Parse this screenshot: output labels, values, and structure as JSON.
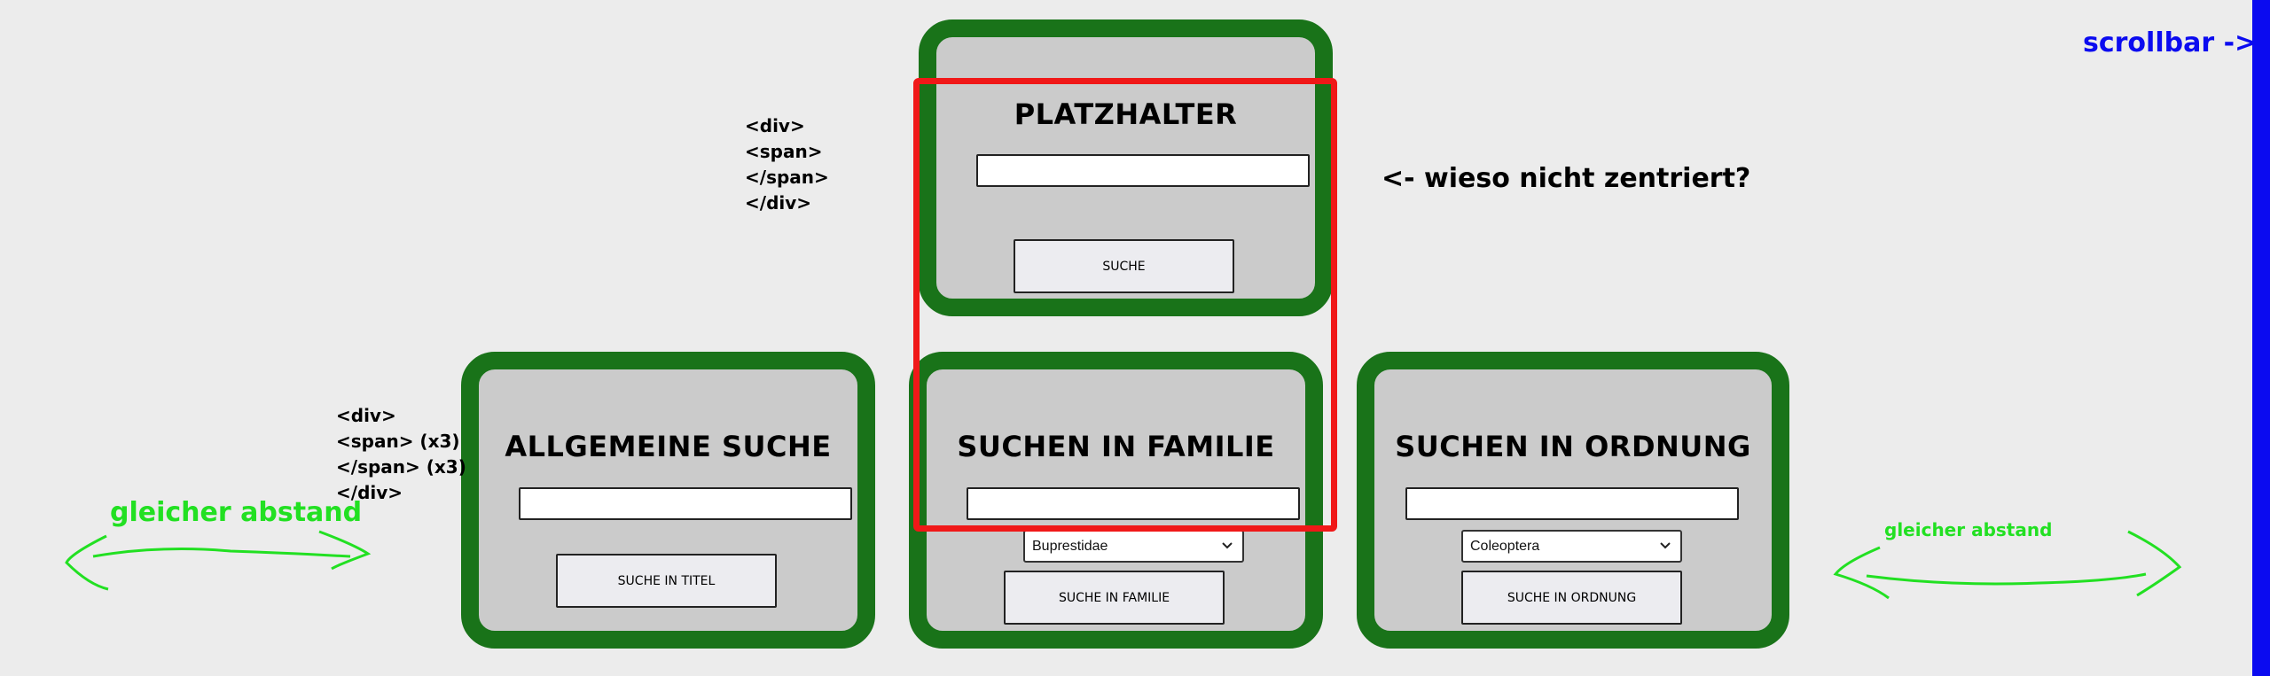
{
  "top_card": {
    "title": "PLATZHALTER",
    "button": "SUCHE"
  },
  "cards": [
    {
      "title": "ALLGEMEINE SUCHE",
      "button": "SUCHE IN TITEL"
    },
    {
      "title": "SUCHEN IN FAMILIE",
      "select": "Buprestidae",
      "button": "SUCHE IN FAMILIE"
    },
    {
      "title": "SUCHEN IN ORDNUNG",
      "select": "Coleoptera",
      "button": "SUCHE IN ORDNUNG"
    }
  ],
  "annotations": {
    "top_markup": "<div>\n<span>\n</span>\n</div>",
    "left_markup": "<div>\n<span> (x3)\n</span> (x3)\n</div>",
    "question": "<- wieso nicht zentriert?",
    "scrollbar": "scrollbar ->",
    "equal_left": "gleicher abstand",
    "equal_right": "gleicher abstand"
  },
  "colors": {
    "card_border": "#197319",
    "card_bg": "#cbcbcb",
    "highlight": "#f01818",
    "scrollbar": "#0b0bf0",
    "annotation_green": "#22e022"
  }
}
